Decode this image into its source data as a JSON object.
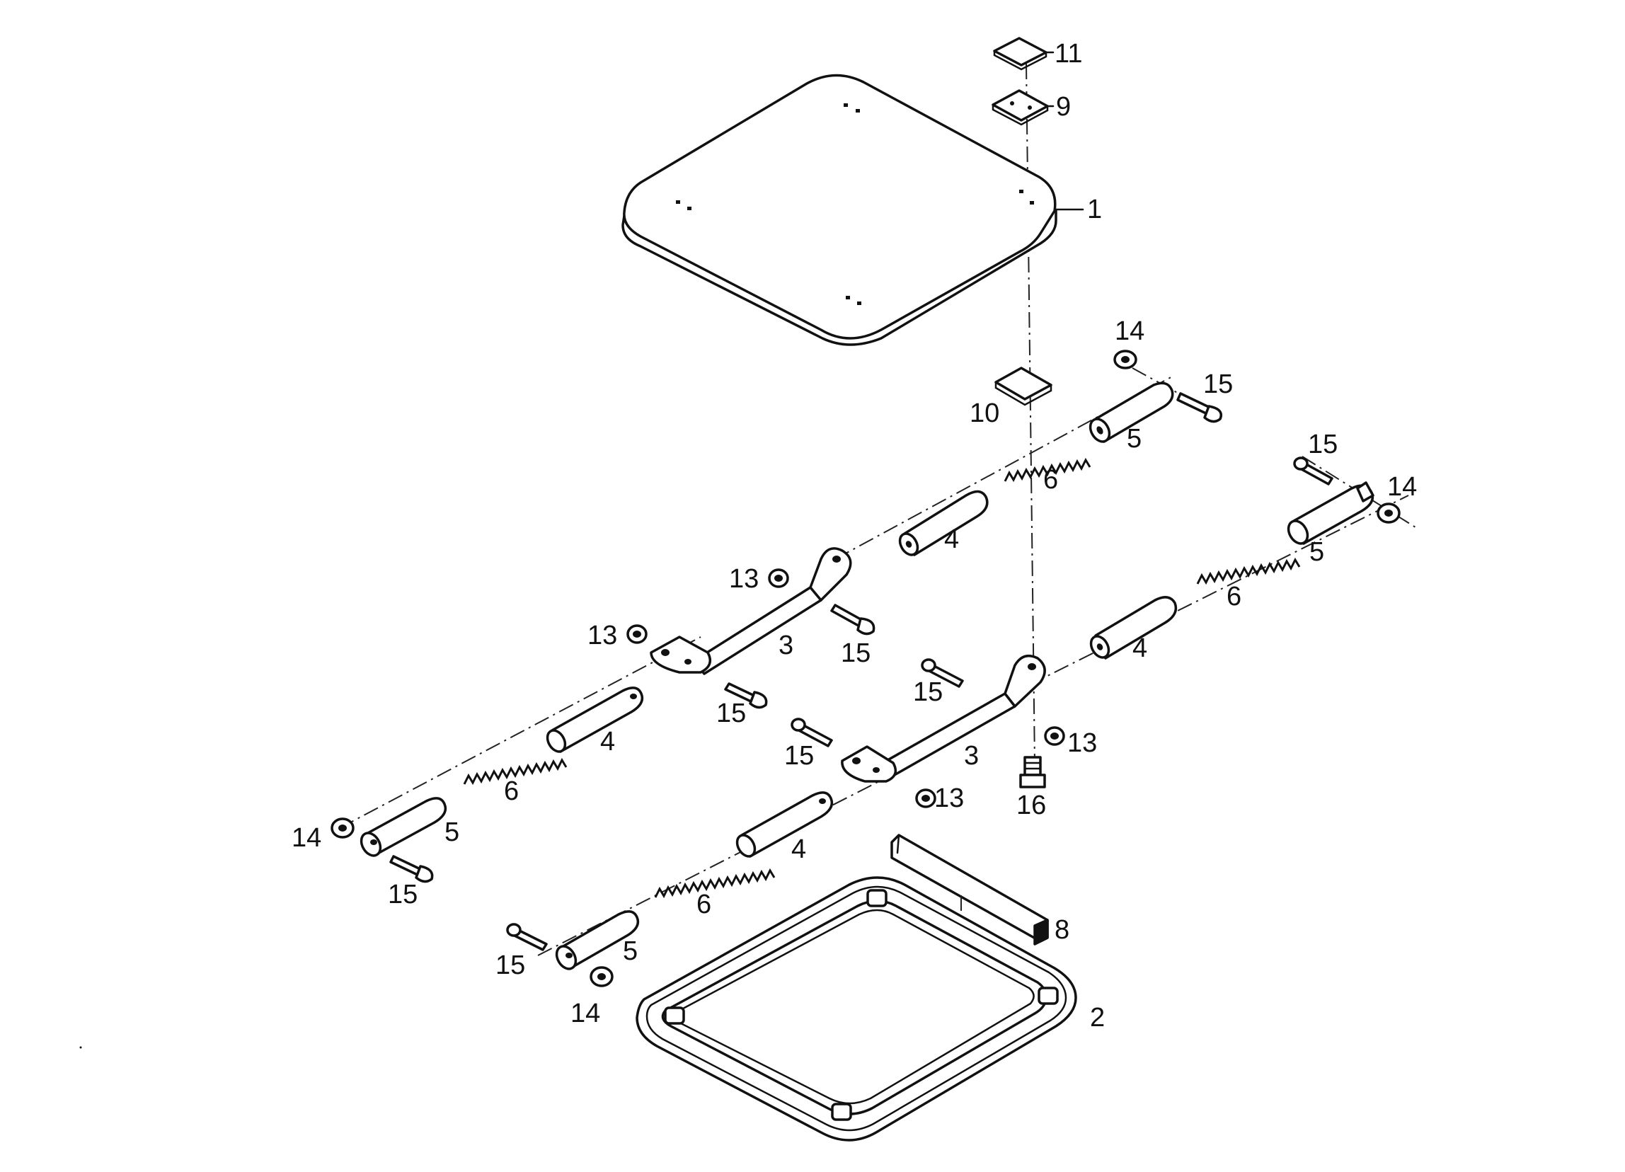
{
  "callouts": [
    {
      "id": "c11",
      "text": "11"
    },
    {
      "id": "c9",
      "text": "9"
    },
    {
      "id": "c1",
      "text": "1"
    },
    {
      "id": "c14a",
      "text": "14"
    },
    {
      "id": "c15a",
      "text": "15"
    },
    {
      "id": "c10",
      "text": "10"
    },
    {
      "id": "c5a",
      "text": "5"
    },
    {
      "id": "c6a",
      "text": "6"
    },
    {
      "id": "c15b",
      "text": "15"
    },
    {
      "id": "c14b",
      "text": "14"
    },
    {
      "id": "c5b",
      "text": "5"
    },
    {
      "id": "c4a",
      "text": "4"
    },
    {
      "id": "c13a",
      "text": "13"
    },
    {
      "id": "c6b",
      "text": "6"
    },
    {
      "id": "c13b",
      "text": "13"
    },
    {
      "id": "c3a",
      "text": "3"
    },
    {
      "id": "c15c",
      "text": "15"
    },
    {
      "id": "c4b",
      "text": "4"
    },
    {
      "id": "c15d",
      "text": "15"
    },
    {
      "id": "c15e",
      "text": "15"
    },
    {
      "id": "c4c",
      "text": "4"
    },
    {
      "id": "c13c",
      "text": "13"
    },
    {
      "id": "c15f",
      "text": "15"
    },
    {
      "id": "c3b",
      "text": "3"
    },
    {
      "id": "c6c",
      "text": "6"
    },
    {
      "id": "c13d",
      "text": "13"
    },
    {
      "id": "c16",
      "text": "16"
    },
    {
      "id": "c14c",
      "text": "14"
    },
    {
      "id": "c5c",
      "text": "5"
    },
    {
      "id": "c4d",
      "text": "4"
    },
    {
      "id": "c15g",
      "text": "15"
    },
    {
      "id": "c6d",
      "text": "6"
    },
    {
      "id": "c8",
      "text": "8"
    },
    {
      "id": "c5d",
      "text": "5"
    },
    {
      "id": "c15h",
      "text": "15"
    },
    {
      "id": "c2",
      "text": "2"
    },
    {
      "id": "c14d",
      "text": "14"
    }
  ]
}
